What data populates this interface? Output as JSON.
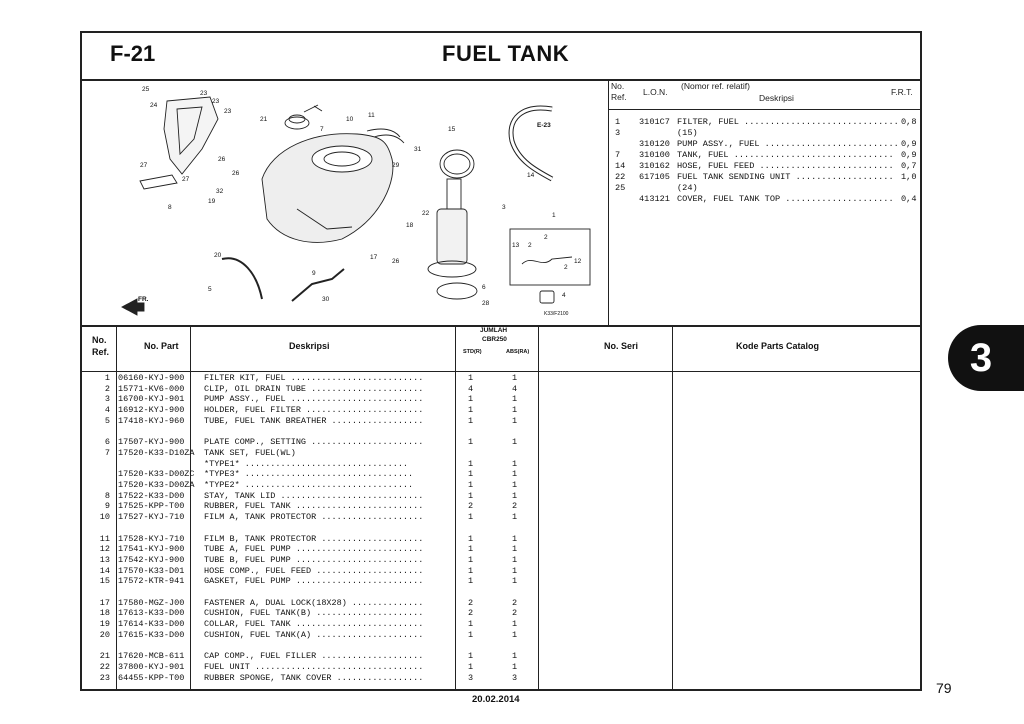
{
  "header": {
    "code": "F-21",
    "title": "FUEL TANK"
  },
  "diagram": {
    "labels": [
      "25",
      "24",
      "23",
      "23",
      "23",
      "26",
      "26",
      "27",
      "27",
      "8",
      "21",
      "7",
      "10",
      "11",
      "15",
      "E-23",
      "14",
      "31",
      "29",
      "32",
      "19",
      "3",
      "22",
      "18",
      "1",
      "13",
      "2",
      "2",
      "2",
      "12",
      "20",
      "9",
      "17",
      "26",
      "5",
      "30",
      "6",
      "28",
      "4",
      "FR.",
      "K33/F2100"
    ]
  },
  "ref_table": {
    "headers": {
      "no": "No.",
      "ref": "Ref.",
      "lon": "L.O.N.",
      "nomor": "(Nomor ref. relatif)",
      "deskripsi": "Deskripsi",
      "frt": "F.R.T."
    },
    "rows": [
      {
        "ref": "1",
        "lon": "3101C7",
        "desc": "FILTER, FUEL ..............................",
        "frt": "0,8"
      },
      {
        "ref": "3",
        "lon": "",
        "desc": "(15)",
        "frt": ""
      },
      {
        "ref": "",
        "lon": "310120",
        "desc": "PUMP ASSY., FUEL ..........................",
        "frt": "0,9"
      },
      {
        "ref": "7",
        "lon": "310100",
        "desc": "TANK, FUEL ...............................",
        "frt": "0,9"
      },
      {
        "ref": "14",
        "lon": "310162",
        "desc": "HOSE, FUEL FEED ..........................",
        "frt": "0,7"
      },
      {
        "ref": "22",
        "lon": "617105",
        "desc": "FUEL TANK SENDING UNIT ...................",
        "frt": "1,0"
      },
      {
        "ref": "25",
        "lon": "",
        "desc": "(24)",
        "frt": ""
      },
      {
        "ref": "",
        "lon": "413121",
        "desc": "COVER, FUEL TANK TOP .....................",
        "frt": "0,4"
      }
    ]
  },
  "parts_header": {
    "no": "No.",
    "ref": "Ref.",
    "no_part": "No. Part",
    "deskripsi": "Deskripsi",
    "jumlah": "JUMLAH",
    "model": "CBR250",
    "std": "STD(R)",
    "abs": "ABS(RA)",
    "no_seri": "No. Seri",
    "catalog": "Kode Parts Catalog"
  },
  "parts": [
    {
      "ref": "1",
      "part": "06160-KYJ-900",
      "desc": "FILTER KIT, FUEL ..........................",
      "std": "1",
      "abs": "1"
    },
    {
      "ref": "2",
      "part": "15771-KV6-000",
      "desc": "CLIP, OIL DRAIN TUBE ......................",
      "std": "4",
      "abs": "4"
    },
    {
      "ref": "3",
      "part": "16700-KYJ-901",
      "desc": "PUMP ASSY., FUEL ..........................",
      "std": "1",
      "abs": "1"
    },
    {
      "ref": "4",
      "part": "16912-KYJ-900",
      "desc": "HOLDER, FUEL FILTER .......................",
      "std": "1",
      "abs": "1"
    },
    {
      "ref": "5",
      "part": "17418-KYJ-960",
      "desc": "TUBE, FUEL TANK BREATHER ..................",
      "std": "1",
      "abs": "1"
    },
    {
      "ref": "6",
      "part": "17507-KYJ-900",
      "desc": "PLATE COMP., SETTING ......................",
      "std": "1",
      "abs": "1"
    },
    {
      "ref": "7",
      "part": "17520-K33-D10ZA",
      "desc": "TANK SET, FUEL(WL)",
      "std": "",
      "abs": ""
    },
    {
      "ref": "",
      "part": "",
      "desc": "  *TYPE1* ................................",
      "std": "1",
      "abs": "1"
    },
    {
      "ref": "",
      "part": "17520-K33-D00ZC",
      "desc": " *TYPE3* .................................",
      "std": "1",
      "abs": "1"
    },
    {
      "ref": "",
      "part": "17520-K33-D00ZA",
      "desc": " *TYPE2* .................................",
      "std": "1",
      "abs": "1"
    },
    {
      "ref": "8",
      "part": "17522-K33-D00",
      "desc": "STAY, TANK LID ............................",
      "std": "1",
      "abs": "1"
    },
    {
      "ref": "9",
      "part": "17525-KPP-T00",
      "desc": "RUBBER, FUEL TANK .........................",
      "std": "2",
      "abs": "2"
    },
    {
      "ref": "10",
      "part": "17527-KYJ-710",
      "desc": "FILM A, TANK PROTECTOR ....................",
      "std": "1",
      "abs": "1"
    },
    {
      "ref": "11",
      "part": "17528-KYJ-710",
      "desc": "FILM B, TANK PROTECTOR ....................",
      "std": "1",
      "abs": "1"
    },
    {
      "ref": "12",
      "part": "17541-KYJ-900",
      "desc": "TUBE A, FUEL PUMP .........................",
      "std": "1",
      "abs": "1"
    },
    {
      "ref": "13",
      "part": "17542-KYJ-900",
      "desc": "TUBE B, FUEL PUMP .........................",
      "std": "1",
      "abs": "1"
    },
    {
      "ref": "14",
      "part": "17570-K33-D01",
      "desc": "HOSE COMP., FUEL FEED .....................",
      "std": "1",
      "abs": "1"
    },
    {
      "ref": "15",
      "part": "17572-KTR-941",
      "desc": "GASKET, FUEL PUMP .........................",
      "std": "1",
      "abs": "1"
    },
    {
      "ref": "17",
      "part": "17580-MGZ-J00",
      "desc": "FASTENER A, DUAL LOCK(18X28) ..............",
      "std": "2",
      "abs": "2"
    },
    {
      "ref": "18",
      "part": "17613-K33-D00",
      "desc": "CUSHION, FUEL TANK(B) .....................",
      "std": "2",
      "abs": "2"
    },
    {
      "ref": "19",
      "part": "17614-K33-D00",
      "desc": "COLLAR, FUEL TANK .........................",
      "std": "1",
      "abs": "1"
    },
    {
      "ref": "20",
      "part": "17615-K33-D00",
      "desc": "CUSHION, FUEL TANK(A) .....................",
      "std": "1",
      "abs": "1"
    },
    {
      "ref": "21",
      "part": "17620-MCB-611",
      "desc": "CAP COMP., FUEL FILLER ....................",
      "std": "1",
      "abs": "1"
    },
    {
      "ref": "22",
      "part": "37800-KYJ-901",
      "desc": "FUEL UNIT .................................",
      "std": "1",
      "abs": "1"
    },
    {
      "ref": "23",
      "part": "64455-KPP-T00",
      "desc": "RUBBER SPONGE, TANK COVER .................",
      "std": "3",
      "abs": "3"
    }
  ],
  "side_tab": "3",
  "page_number": "79",
  "footer_date": "20.02.2014"
}
